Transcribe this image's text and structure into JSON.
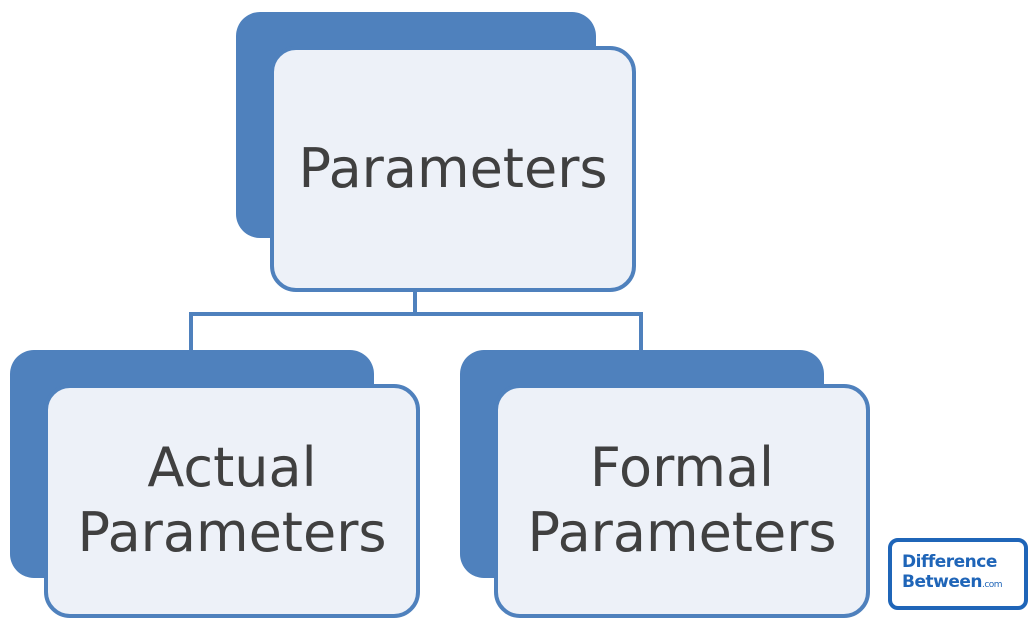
{
  "diagram": {
    "root": {
      "label": "Parameters"
    },
    "children": [
      {
        "line1": "Actual",
        "line2": "Parameters"
      },
      {
        "line1": "Formal",
        "line2": "Parameters"
      }
    ]
  },
  "logo": {
    "word1": "Difference",
    "word2": "Between",
    "suffix": ".com"
  },
  "colors": {
    "accent": "#4f81bd",
    "card_fill": "#edf1f8",
    "text": "#404040",
    "logo_blue": "#1f65b8"
  }
}
